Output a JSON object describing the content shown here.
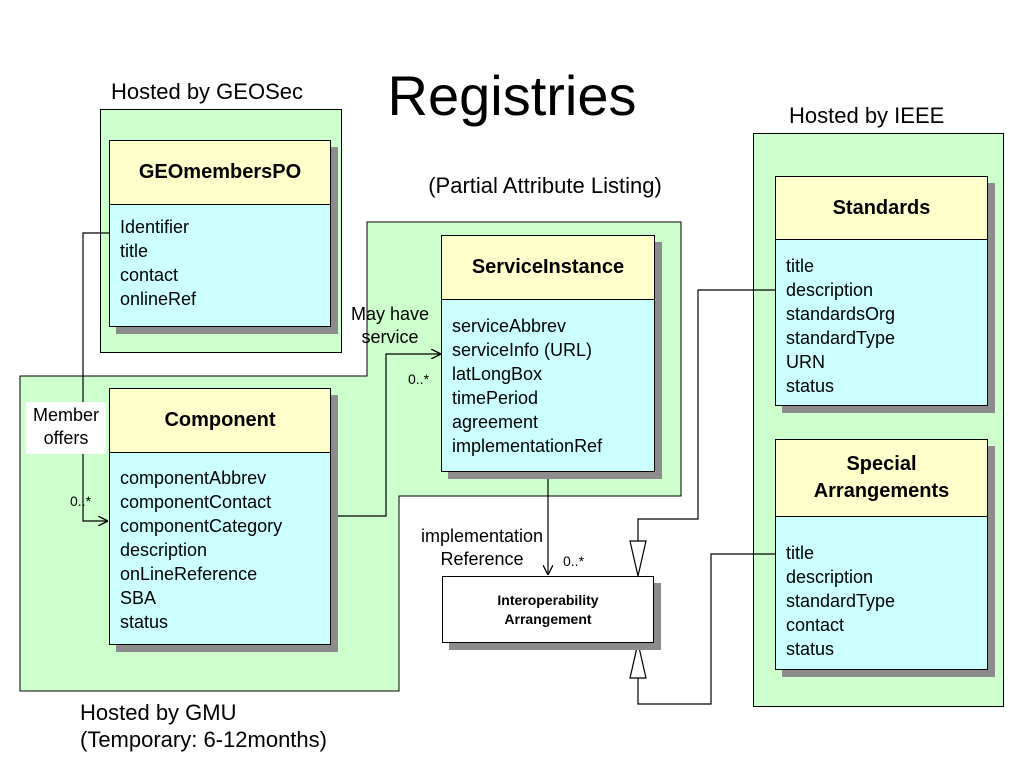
{
  "title": "Registries",
  "subtitle": "(Partial Attribute Listing)",
  "regions": {
    "geosec_label": "Hosted by GEOSec",
    "ieee_label": "Hosted by IEEE",
    "gmu_label_line1": "Hosted by GMU",
    "gmu_label_line2": "(Temporary: 6-12months)"
  },
  "classes": {
    "geomemberspo": {
      "name": "GEOmembersPO",
      "attributes": [
        "Identifier",
        "title",
        "contact",
        "onlineRef"
      ]
    },
    "component": {
      "name": "Component",
      "attributes": [
        "componentAbbrev",
        "componentContact",
        "componentCategory",
        "description",
        "onLineReference",
        "SBA",
        "status"
      ]
    },
    "serviceinstance": {
      "name": "ServiceInstance",
      "attributes": [
        "serviceAbbrev",
        "serviceInfo (URL)",
        "latLongBox",
        "timePeriod",
        "agreement",
        "implementationRef"
      ]
    },
    "standards": {
      "name": "Standards",
      "attributes": [
        "title",
        "description",
        "standardsOrg",
        "standardType",
        "URN",
        "status"
      ]
    },
    "special_arrangements": {
      "name_line1": "Special",
      "name_line2": "Arrangements",
      "attributes": [
        "title",
        "description",
        "standardType",
        "contact",
        "status"
      ]
    },
    "interoperability": {
      "name_line1": "Interoperability",
      "name_line2": "Arrangement"
    }
  },
  "relationships": {
    "member_offers_line1": "Member",
    "member_offers_line2": "offers",
    "member_multiplicity": "0..*",
    "may_have_line1": "May have",
    "may_have_line2": "service",
    "service_multiplicity": "0..*",
    "impl_ref_line1": "implementation",
    "impl_ref_line2": "Reference",
    "impl_multiplicity": "0..*"
  }
}
